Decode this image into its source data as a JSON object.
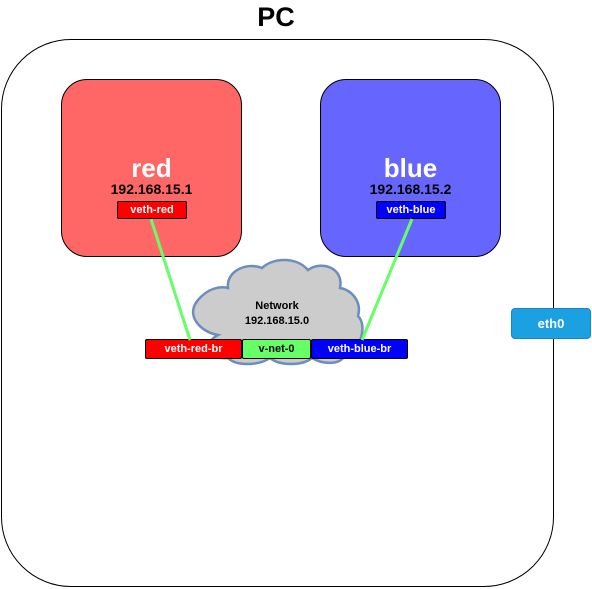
{
  "title": "PC",
  "namespaces": {
    "red": {
      "name": "red",
      "ip": "192.168.15.1",
      "iface": "veth-red",
      "color": "#ff6666"
    },
    "blue": {
      "name": "blue",
      "ip": "192.168.15.2",
      "iface": "veth-blue",
      "color": "#6666ff"
    }
  },
  "network": {
    "label": "Network",
    "ip": "192.168.15.0",
    "cloud_color": "#cccccc",
    "cloud_border": "#6c8ebf"
  },
  "bridge": {
    "red_port": "veth-red-br",
    "bridge": "v-net-0",
    "blue_port": "veth-blue-br"
  },
  "host_iface": {
    "label": "eth0",
    "color": "#1ba1e2"
  },
  "colors": {
    "red_iface": "#ff0000",
    "blue_iface": "#0000ff",
    "bridge": "#66ff66",
    "link": "#66ff66"
  }
}
